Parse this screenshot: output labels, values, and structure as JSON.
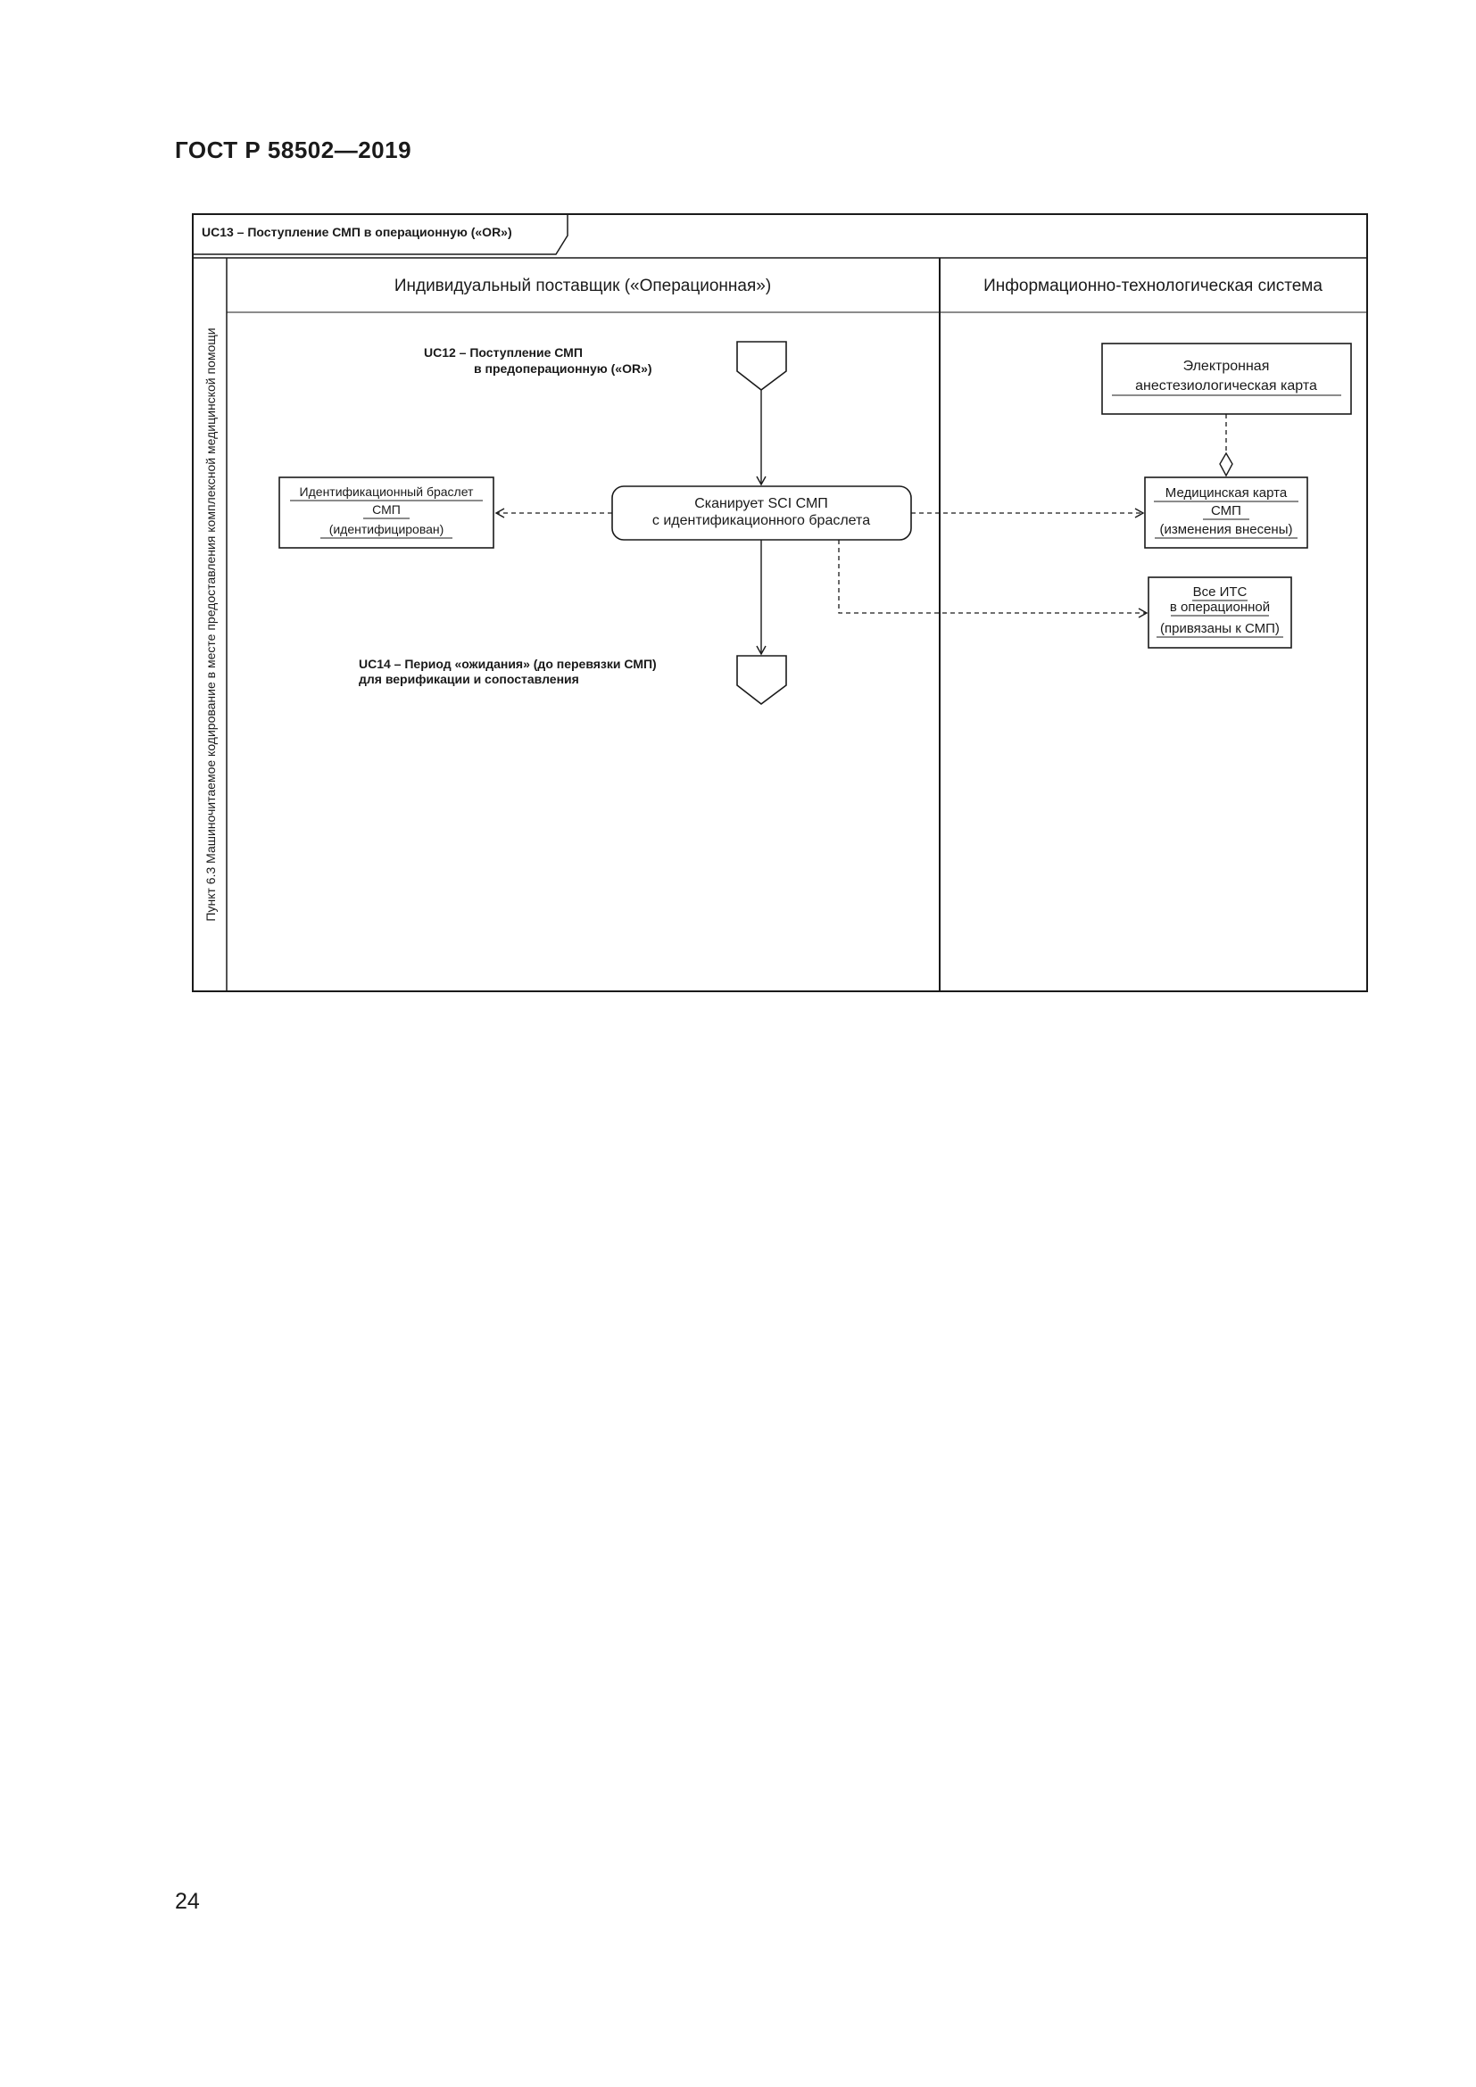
{
  "document": {
    "header": "ГОСТ Р 58502—2019",
    "page_number": "24"
  },
  "diagram": {
    "frame_title": "UC13 – Поступление СМП в операционную («OR»)",
    "side_label": "Пункт 6.3 Машиночитаемое кодирование в месте предоставления комплексной медицинской помощи",
    "lanes": {
      "provider": "Индивидуальный поставщик («Операционная»)",
      "its": "Информационно-технологическая система"
    },
    "start_connector": {
      "line1": "UC12 – Поступление СМП",
      "line2": "в предоперационную («OR»)"
    },
    "end_connector": {
      "line1": "UC14 – Период «ожидания» (до перевязки СМП)",
      "line2": "для верификации и сопоставления"
    },
    "activity": {
      "line1": "Сканирует SCI СМП",
      "line2": "с идентификационного браслета"
    },
    "objects": {
      "wristband": {
        "line1": "Идентификационный браслет",
        "line2": "СМП",
        "line3": "(идентифицирован)"
      },
      "anesthesia_card": {
        "line1": "Электронная",
        "line2": "анестезиологическая карта"
      },
      "medical_card": {
        "line1": "Медицинская карта",
        "line2": "СМП",
        "line3": "(изменения внесены)"
      },
      "all_its": {
        "line1": "Все ИТС",
        "line2": "в операционной",
        "line3": "(привязаны к СМП)"
      }
    }
  }
}
